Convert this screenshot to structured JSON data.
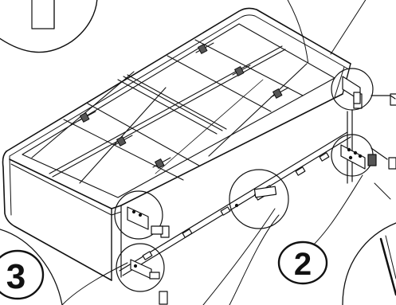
{
  "diagram": {
    "callouts": [
      {
        "id": "2",
        "label": "2"
      },
      {
        "id": "3",
        "label": "3"
      }
    ],
    "colors": {
      "line": "#111111",
      "panel_fill": "#ffffff",
      "shadow": "#555555",
      "background": "#ffffff"
    }
  }
}
